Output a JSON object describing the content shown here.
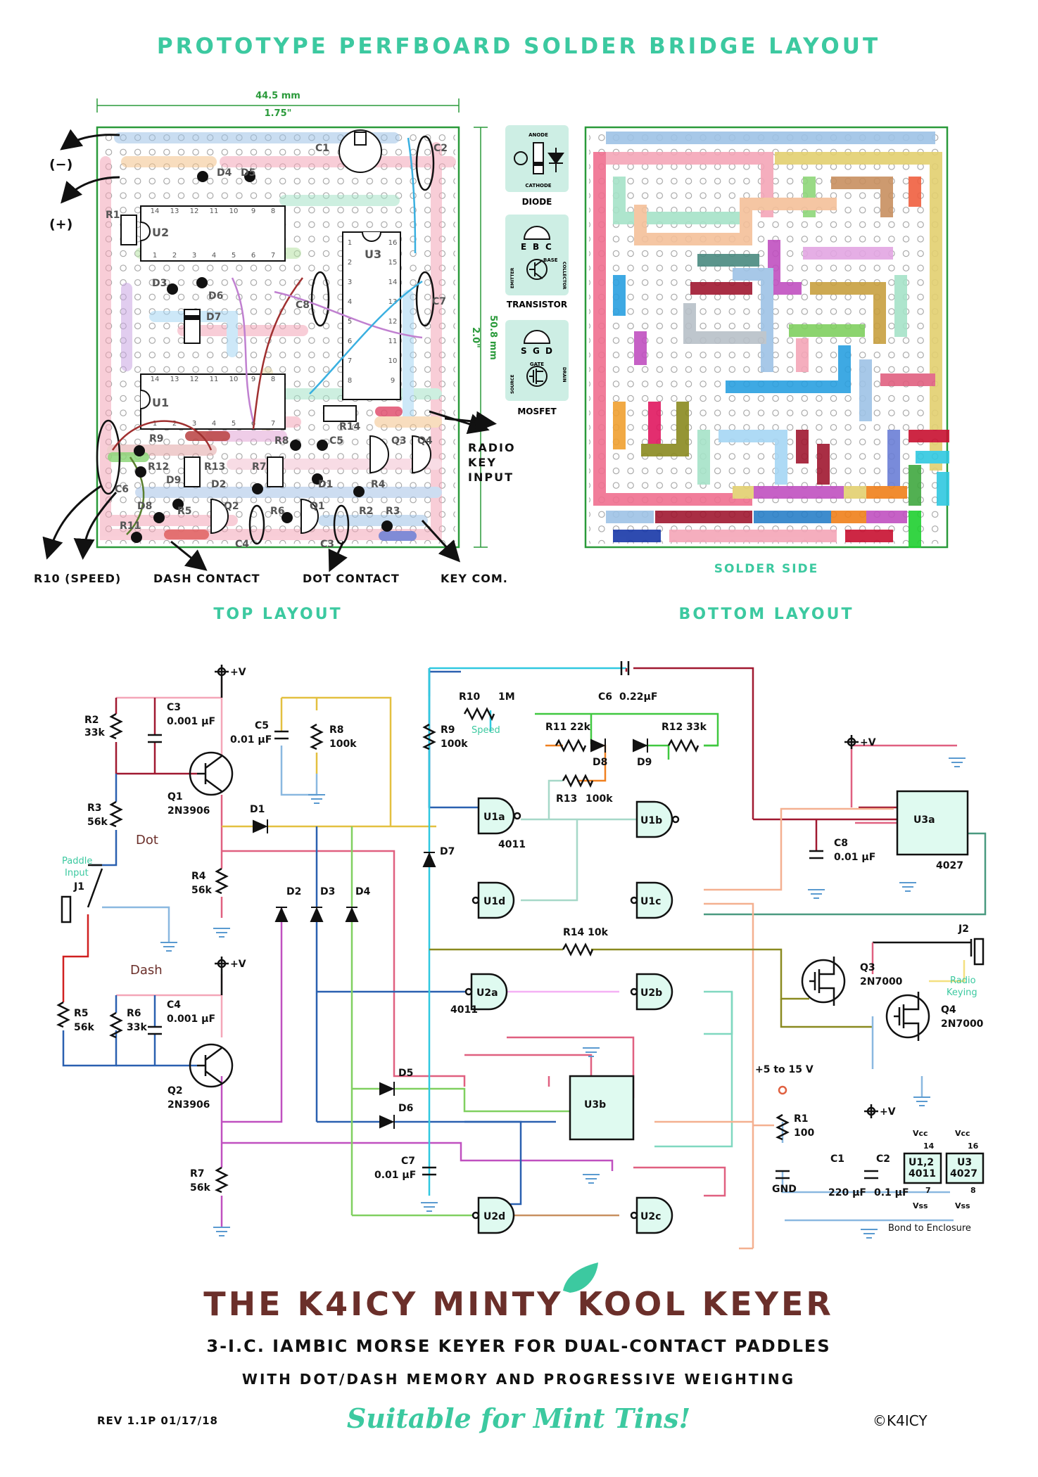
{
  "header": {
    "title": "PROTOTYPE PERFBOARD SOLDER BRIDGE LAYOUT",
    "top_layout": "TOP LAYOUT",
    "bottom_layout": "BOTTOM LAYOUT",
    "solder_side": "SOLDER SIDE"
  },
  "dimensions": {
    "width_mm": "44.5 mm",
    "width_in": "1.75\"",
    "height_mm": "50.8 mm",
    "height_in": "2.0\""
  },
  "top_labels": {
    "minus": "(−)",
    "plus": "(+)",
    "radio_key": [
      "RADIO",
      "KEY",
      "INPUT"
    ],
    "r10": "R10 (SPEED)",
    "dash": "DASH CONTACT",
    "dot": "DOT CONTACT",
    "keycom": "KEY COM.",
    "parts": [
      "C1",
      "C2",
      "D4",
      "D5",
      "R1",
      "U2",
      "U3",
      "D3",
      "D6",
      "C8",
      "C7",
      "D7",
      "U1",
      "R14",
      "R9",
      "R8",
      "C5",
      "Q3",
      "Q4",
      "R12",
      "R13",
      "R7",
      "D2",
      "D1",
      "R4",
      "D9",
      "C6",
      "D8",
      "R5",
      "Q2",
      "R6",
      "Q1",
      "R2",
      "R3",
      "R11",
      "C4",
      "C3"
    ],
    "pins_top": [
      "14",
      "13",
      "12",
      "11",
      "10",
      "9",
      "8"
    ],
    "pins_bottom": [
      "1",
      "2",
      "3",
      "4",
      "5",
      "6",
      "7"
    ],
    "u3_pins_left": [
      "1",
      "2",
      "3",
      "4",
      "5",
      "6",
      "7",
      "8"
    ],
    "u3_pins_right": [
      "16",
      "15",
      "14",
      "13",
      "12",
      "11",
      "10",
      "9"
    ]
  },
  "legend": {
    "diode": {
      "anode": "ANODE",
      "cathode": "CATHODE",
      "name": "DIODE"
    },
    "transistor": {
      "e": "E",
      "b": "B",
      "c": "C",
      "base": "BASE",
      "emitter": "EMITTER",
      "collector": "COLLECTOR",
      "name": "TRANSISTOR"
    },
    "mosfet": {
      "s": "S",
      "g": "G",
      "d": "D",
      "gate": "GATE",
      "source": "SOURCE",
      "drain": "DRAIN",
      "name": "MOSFET"
    }
  },
  "schematic": {
    "vplus": "+V",
    "r2": [
      "R2",
      "33k"
    ],
    "c3": [
      "C3",
      "0.001 µF"
    ],
    "q1": [
      "Q1",
      "2N3906"
    ],
    "r3": [
      "R3",
      "56k"
    ],
    "dot": "Dot",
    "dash": "Dash",
    "paddle": [
      "Paddle",
      "Input"
    ],
    "j1": "J1",
    "r4": [
      "R4",
      "56k"
    ],
    "d1": "D1",
    "c5": [
      "C5",
      "0.01 µF"
    ],
    "r8": [
      "R8",
      "100k"
    ],
    "d2": "D2",
    "d3": "D3",
    "d4": "D4",
    "d5": "D5",
    "d6": "D6",
    "d7": "D7",
    "r5": [
      "R5",
      "56k"
    ],
    "r6": [
      "R6",
      "33k"
    ],
    "c4": [
      "C4",
      "0.001 µF"
    ],
    "q2": [
      "Q2",
      "2N3906"
    ],
    "r7": [
      "R7",
      "56k"
    ],
    "r10": [
      "R10",
      "1M"
    ],
    "speed": "Speed",
    "c6": [
      "C6",
      "0.22µF"
    ],
    "r9": [
      "R9",
      "100k"
    ],
    "r11": "R11 22k",
    "r12": "R12 33k",
    "d8": "D8",
    "d9": "D9",
    "r13": [
      "R13",
      "100k"
    ],
    "u1a": "U1a",
    "u1b": "U1b",
    "u1c": "U1c",
    "u1d": "U1d",
    "u2a": "U2a",
    "u2b": "U2b",
    "u2c": "U2c",
    "u2d": "U2d",
    "u3a": "U3a",
    "u3b": "U3b",
    "ic4011": "4011",
    "ic4027": "4027",
    "c8": [
      "C8",
      "0.01 µF"
    ],
    "r14": "R14 10k",
    "c7": [
      "C7",
      "0.01 µF"
    ],
    "j2": "J2",
    "radio": [
      "Radio",
      "Keying"
    ],
    "q3": [
      "Q3",
      "2N7000"
    ],
    "q4": [
      "Q4",
      "2N7000"
    ],
    "supply": "+5 to 15 V",
    "r1": [
      "R1",
      "100"
    ],
    "c1": [
      "C1",
      "220 µF"
    ],
    "c2": [
      "C2",
      "0.1 µF"
    ],
    "gnd": "GND",
    "bond": "Bond to Enclosure",
    "vcc": "Vcc",
    "vss": "Vss",
    "u12": "U1,2",
    "u3": "U3",
    "p14": "14",
    "p7": "7",
    "p16": "16",
    "p8": "8"
  },
  "footer": {
    "title": "THE K4ICY MINTY KOOL KEYER",
    "sub1": "3-I.C. IAMBIC MORSE KEYER FOR DUAL-CONTACT PADDLES",
    "sub2": "WITH DOT/DASH MEMORY AND PROGRESSIVE WEIGHTING",
    "rev": "REV 1.1P  01/17/18",
    "script": "Suitable for Mint Tins!",
    "copyright": "©K4ICY"
  },
  "colors": {
    "mint": "#3cc9a0",
    "brown": "#6b2f2a",
    "board": "#2a9a3a"
  }
}
